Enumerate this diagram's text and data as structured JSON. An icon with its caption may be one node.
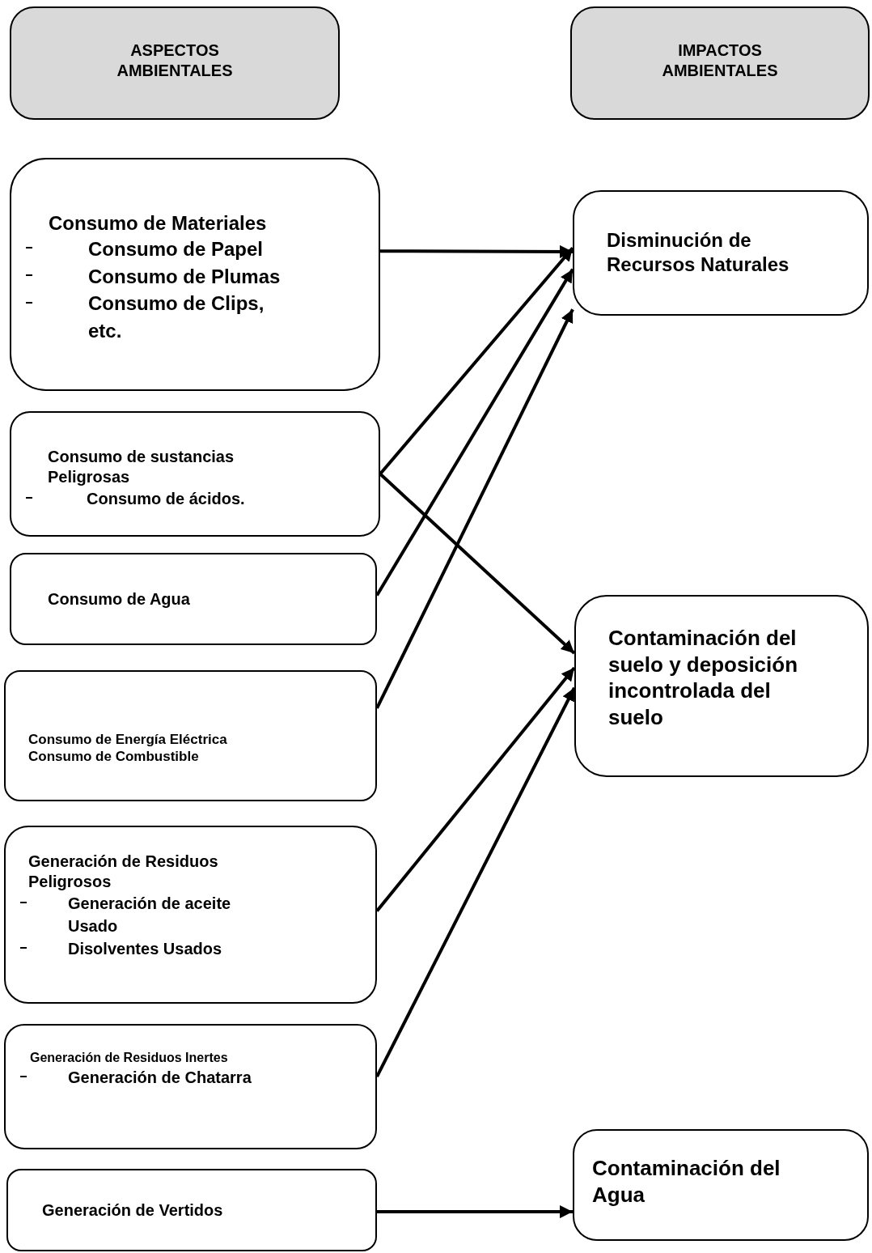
{
  "diagram": {
    "nodes": [
      {
        "text": [
          "ASPECTOS AMBIENTALES"
        ]
      },
      {
        "text": [
          "IMPACTOS AMBIENTALES"
        ]
      },
      {
        "text": [
          "Consumo de Materiales",
          "Consumo de Papel",
          "Consumo de Plumas",
          "Consumo de Clips, etc."
        ]
      },
      {
        "text": [
          "Consumo de sustancias Peligrosas",
          "Consumo de ácidos."
        ]
      },
      {
        "text": [
          "Consumo  de Agua"
        ]
      },
      {
        "text": [
          "Consumo  de Energía Eléctrica",
          "Consumo de Combustible"
        ]
      },
      {
        "text": [
          "Generación de Residuos Peligrosos",
          "Generación de aceite Usado",
          "Disolventes Usados"
        ]
      },
      {
        "text": [
          "Generación de Residuos Inertes",
          "Generación de Chatarra"
        ]
      },
      {
        "text": [
          "Generación de Vertidos"
        ]
      },
      {
        "text": [
          "Disminución de Recursos Naturales"
        ]
      },
      {
        "text": [
          "Contaminación del suelo y deposición incontrolada del suelo"
        ]
      },
      {
        "text": [
          "Contaminación del Agua"
        ]
      }
    ],
    "edges": [
      {
        "from": 2,
        "to": 9,
        "arrow": "to"
      },
      {
        "from": 3,
        "to": 9,
        "arrow": "to"
      },
      {
        "from": 3,
        "to": 10,
        "arrow": "to"
      },
      {
        "from": 4,
        "to": 9,
        "arrow": "to"
      },
      {
        "from": 5,
        "to": 9,
        "arrow": "to"
      },
      {
        "from": 6,
        "to": 10,
        "arrow": "to"
      },
      {
        "from": 7,
        "to": 10,
        "arrow": "to"
      },
      {
        "from": 8,
        "to": 11,
        "arrow": "to"
      }
    ]
  }
}
